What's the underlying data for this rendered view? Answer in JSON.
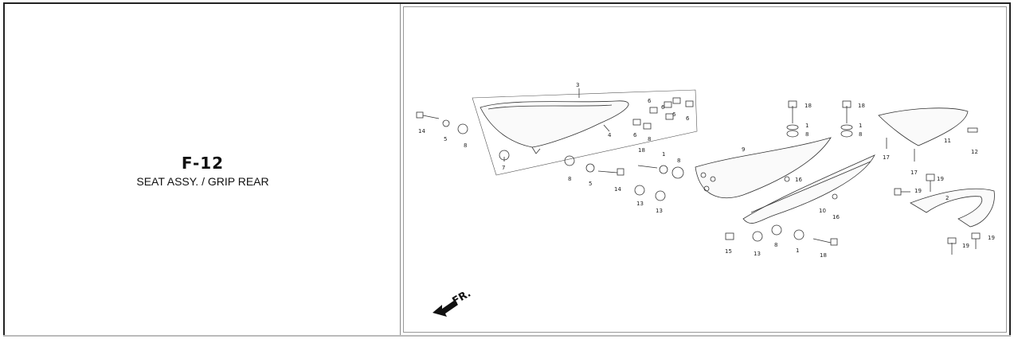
{
  "figure": {
    "code": "F-12",
    "title": "SEAT ASSY. / GRIP REAR"
  },
  "diagram": {
    "front_label": "FR.",
    "callouts": [
      "1",
      "2",
      "3",
      "4",
      "5",
      "6",
      "7",
      "8",
      "9",
      "10",
      "11",
      "12",
      "13",
      "14",
      "15",
      "16",
      "17",
      "18",
      "19"
    ]
  }
}
